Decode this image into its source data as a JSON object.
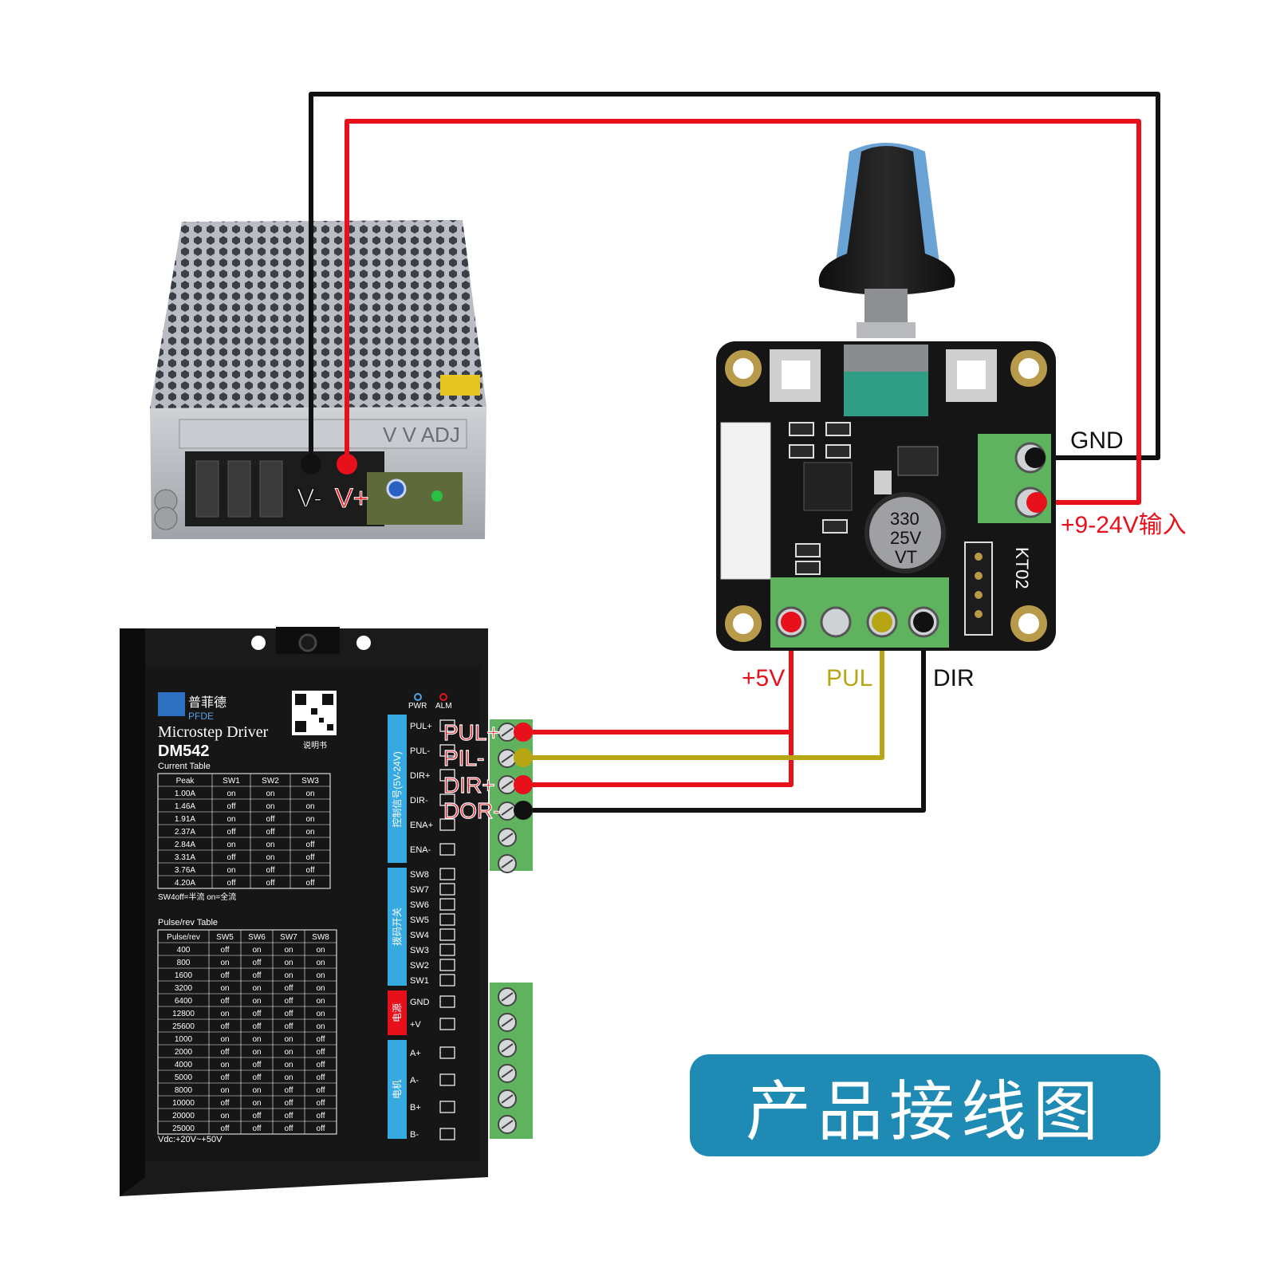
{
  "psu": {
    "terminal_labels": [
      "V-",
      "V+"
    ],
    "top_label": "V  V  ADJ"
  },
  "controller": {
    "board_name": "KT02",
    "capacitor": [
      "330",
      "25V",
      "VT"
    ],
    "input_labels": {
      "gnd": "GND",
      "vin": "+9-24V输入"
    },
    "output_labels": [
      "+5V",
      "PUL",
      "DIR"
    ]
  },
  "driver": {
    "brand_cn": "普菲德",
    "brand_en": "PFDE",
    "title": "Microstep  Driver",
    "model": "DM542",
    "qr_caption": "说明书",
    "indicators": [
      "PWR",
      "ALM"
    ],
    "current_table_title": "Current  Table",
    "current_table_headers": [
      "Peak",
      "SW1",
      "SW2",
      "SW3"
    ],
    "current_table_rows": [
      [
        "1.00A",
        "on",
        "on",
        "on"
      ],
      [
        "1.46A",
        "off",
        "on",
        "on"
      ],
      [
        "1.91A",
        "on",
        "off",
        "on"
      ],
      [
        "2.37A",
        "off",
        "off",
        "on"
      ],
      [
        "2.84A",
        "on",
        "on",
        "off"
      ],
      [
        "3.31A",
        "off",
        "on",
        "off"
      ],
      [
        "3.76A",
        "on",
        "off",
        "off"
      ],
      [
        "4.20A",
        "off",
        "off",
        "off"
      ]
    ],
    "sw4_note": "SW4off=半流   on=全流",
    "pulse_table_title": "Pulse/rev Table",
    "pulse_table_headers": [
      "Pulse/rev",
      "SW5",
      "SW6",
      "SW7",
      "SW8"
    ],
    "pulse_table_rows": [
      [
        "400",
        "off",
        "on",
        "on",
        "on"
      ],
      [
        "800",
        "on",
        "off",
        "on",
        "on"
      ],
      [
        "1600",
        "off",
        "off",
        "on",
        "on"
      ],
      [
        "3200",
        "on",
        "on",
        "off",
        "on"
      ],
      [
        "6400",
        "off",
        "on",
        "off",
        "on"
      ],
      [
        "12800",
        "on",
        "off",
        "off",
        "on"
      ],
      [
        "25600",
        "off",
        "off",
        "off",
        "on"
      ],
      [
        "1000",
        "on",
        "on",
        "on",
        "off"
      ],
      [
        "2000",
        "off",
        "on",
        "on",
        "off"
      ],
      [
        "4000",
        "on",
        "off",
        "on",
        "off"
      ],
      [
        "5000",
        "off",
        "off",
        "on",
        "off"
      ],
      [
        "8000",
        "on",
        "on",
        "off",
        "off"
      ],
      [
        "10000",
        "off",
        "on",
        "off",
        "off"
      ],
      [
        "20000",
        "on",
        "off",
        "off",
        "off"
      ],
      [
        "25000",
        "off",
        "off",
        "off",
        "off"
      ]
    ],
    "vdc_note": "Vdc:+20V~+50V",
    "control_terminals": [
      "PUL+",
      "PUL-",
      "DIR+",
      "DIR-",
      "ENA+",
      "ENA-"
    ],
    "control_group_label": "控制信号(5V-24V)",
    "switches": [
      "SW8",
      "SW7",
      "SW6",
      "SW5",
      "SW4",
      "SW3",
      "SW2",
      "SW1"
    ],
    "switch_group_label": "拨码开关",
    "power_terminals": [
      "GND",
      "+V"
    ],
    "power_group_label": "电源",
    "motor_terminals": [
      "A+",
      "A-",
      "B+",
      "B-"
    ],
    "motor_group_label": "电机"
  },
  "wire_labels": [
    "PUL+",
    "PIL-",
    "DIR+",
    "DOR-"
  ],
  "badge_text": "产品接线图",
  "colors": {
    "red_wire": "#e8101a",
    "black_wire": "#111111",
    "yellow_wire": "#b8a514",
    "terminal_green": "#5fb35f",
    "pcb_black": "#151515",
    "badge_blue": "#1f8bb5",
    "knob_blue": "#6aa3d6",
    "driver_body": "#1a1a1a",
    "driver_blue_strip": "#35a9e0"
  }
}
